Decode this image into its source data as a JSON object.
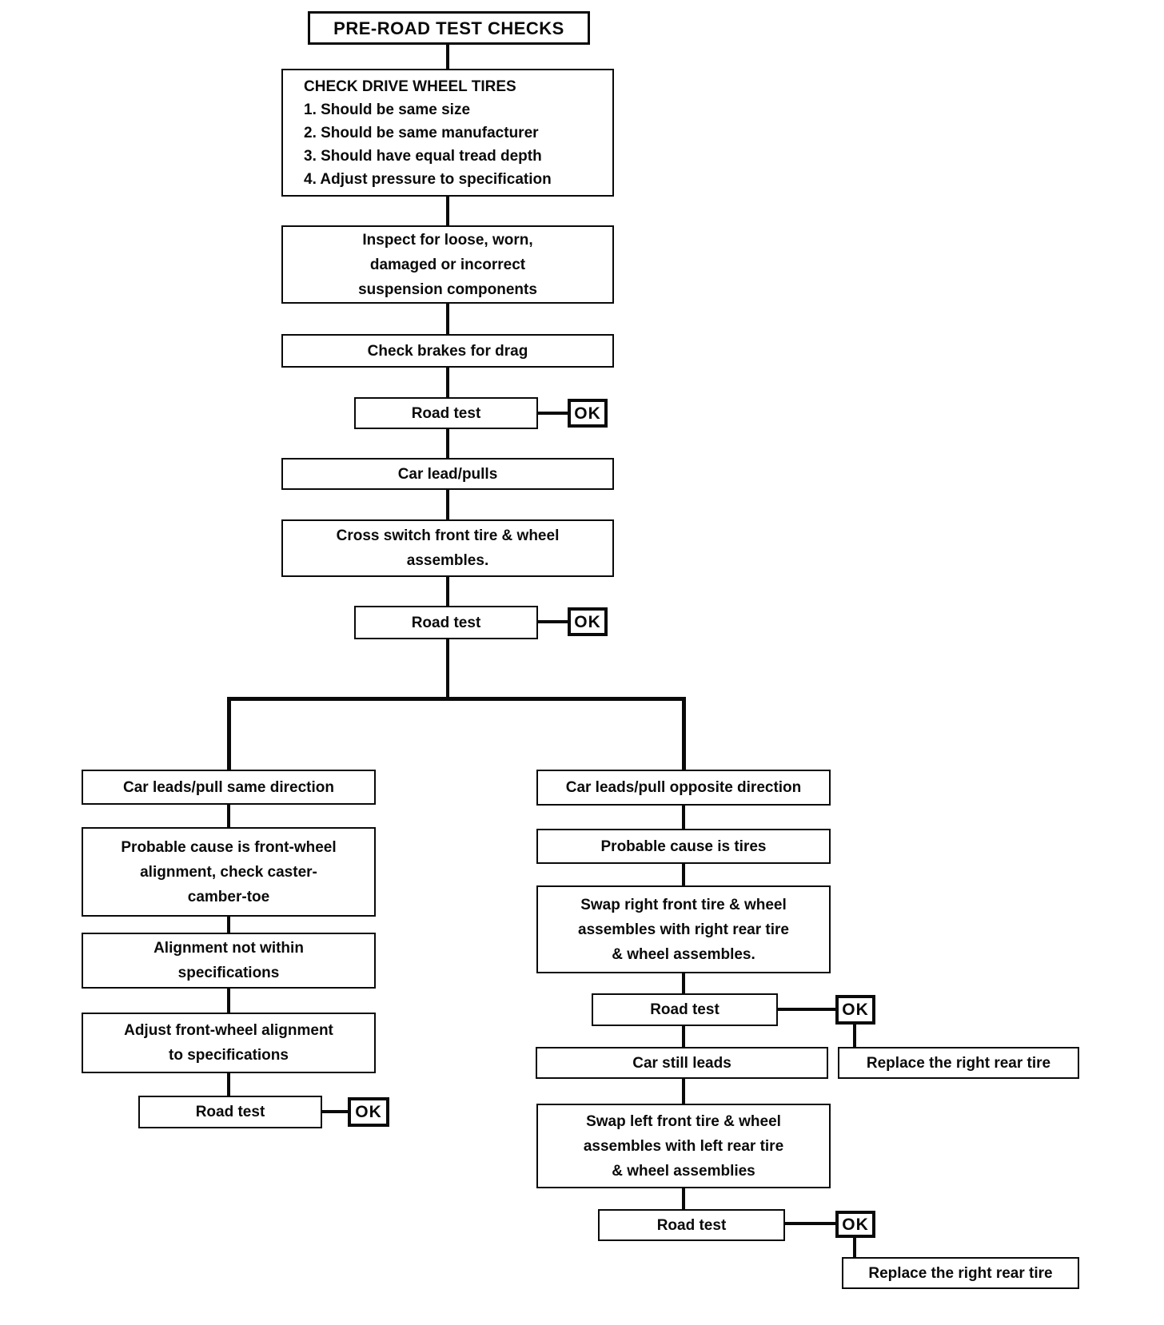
{
  "diagram": {
    "title": "PRE-ROAD TEST CHECKS",
    "ok_label": "OK",
    "road_test_label": "Road test",
    "nodes": {
      "check_tires": {
        "heading": "CHECK DRIVE WHEEL TIRES",
        "items": [
          "1. Should be same size",
          "2. Should be same manufacturer",
          "3. Should have equal tread depth",
          "4. Adjust pressure to specification"
        ]
      },
      "inspect_suspension": {
        "lines": [
          "Inspect for loose, worn,",
          "damaged or incorrect",
          "suspension components"
        ]
      },
      "check_brakes": {
        "label": "Check brakes for drag"
      },
      "car_lead_pulls": {
        "label": "Car lead/pulls"
      },
      "cross_switch": {
        "lines": [
          "Cross switch front tire & wheel",
          "assembles."
        ]
      },
      "car_leads_same": {
        "label": "Car leads/pull same direction"
      },
      "probable_front_wheel": {
        "lines": [
          "Probable cause is front-wheel",
          "alignment, check caster-",
          "camber-toe"
        ]
      },
      "alignment_not_within": {
        "lines": [
          "Alignment not within",
          "specifications"
        ]
      },
      "adjust_alignment": {
        "lines": [
          "Adjust front-wheel alignment",
          "to specifications"
        ]
      },
      "car_leads_opposite": {
        "label": "Car leads/pull opposite direction"
      },
      "probable_tires": {
        "label": "Probable cause is tires"
      },
      "swap_right": {
        "lines": [
          "Swap right front tire & wheel",
          "assembles with right rear tire",
          "& wheel assembles."
        ]
      },
      "car_still_leads": {
        "label": "Car still leads"
      },
      "replace_right_rear_1": {
        "label": "Replace the right rear tire"
      },
      "swap_left": {
        "lines": [
          "Swap left front tire & wheel",
          "assembles with left rear tire",
          "& wheel assemblies"
        ]
      },
      "replace_right_rear_2": {
        "label": "Replace the right rear tire"
      }
    }
  }
}
